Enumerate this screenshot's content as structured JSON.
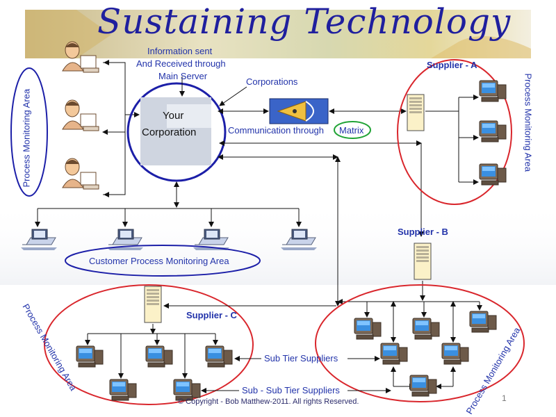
{
  "title": "Sustaining Technology",
  "labels": {
    "info_sent": "Information sent",
    "received": "And Received through",
    "main_server": "Main Server",
    "corporations": "Corporations",
    "your": "Your",
    "corporation": "Corporation",
    "communication": "Communication through",
    "matrix": "Matrix",
    "supplier_a": "Supplier - A",
    "supplier_b": "Supplier - B",
    "supplier_c": "Supplier - C",
    "customer_area": "Customer Process Monitoring Area",
    "sub_tier": "Sub Tier Suppliers",
    "sub_sub_tier": "Sub - Sub Tier Suppliers",
    "pma_left": "Process Monitoring Area",
    "pma_right": "Process Monitoring Area",
    "pma_bottom_left": "Process Monitoring Area",
    "pma_bottom_right": "Process Monitoring Area",
    "copyright": "© Copyright - Bob Matthew-2011. All rights Reserved.",
    "page_number": "1"
  },
  "colors": {
    "title": "#1f1f9e",
    "text": "#2233aa",
    "ellipse_blue": "#1c1fa8",
    "ellipse_red": "#d9262c",
    "ellipse_green": "#21a336"
  },
  "icons": [
    "person-at-computer-icon",
    "server-tower-icon",
    "monitor-computer-icon",
    "satellite-dish-icon",
    "laptop-network-icon"
  ]
}
